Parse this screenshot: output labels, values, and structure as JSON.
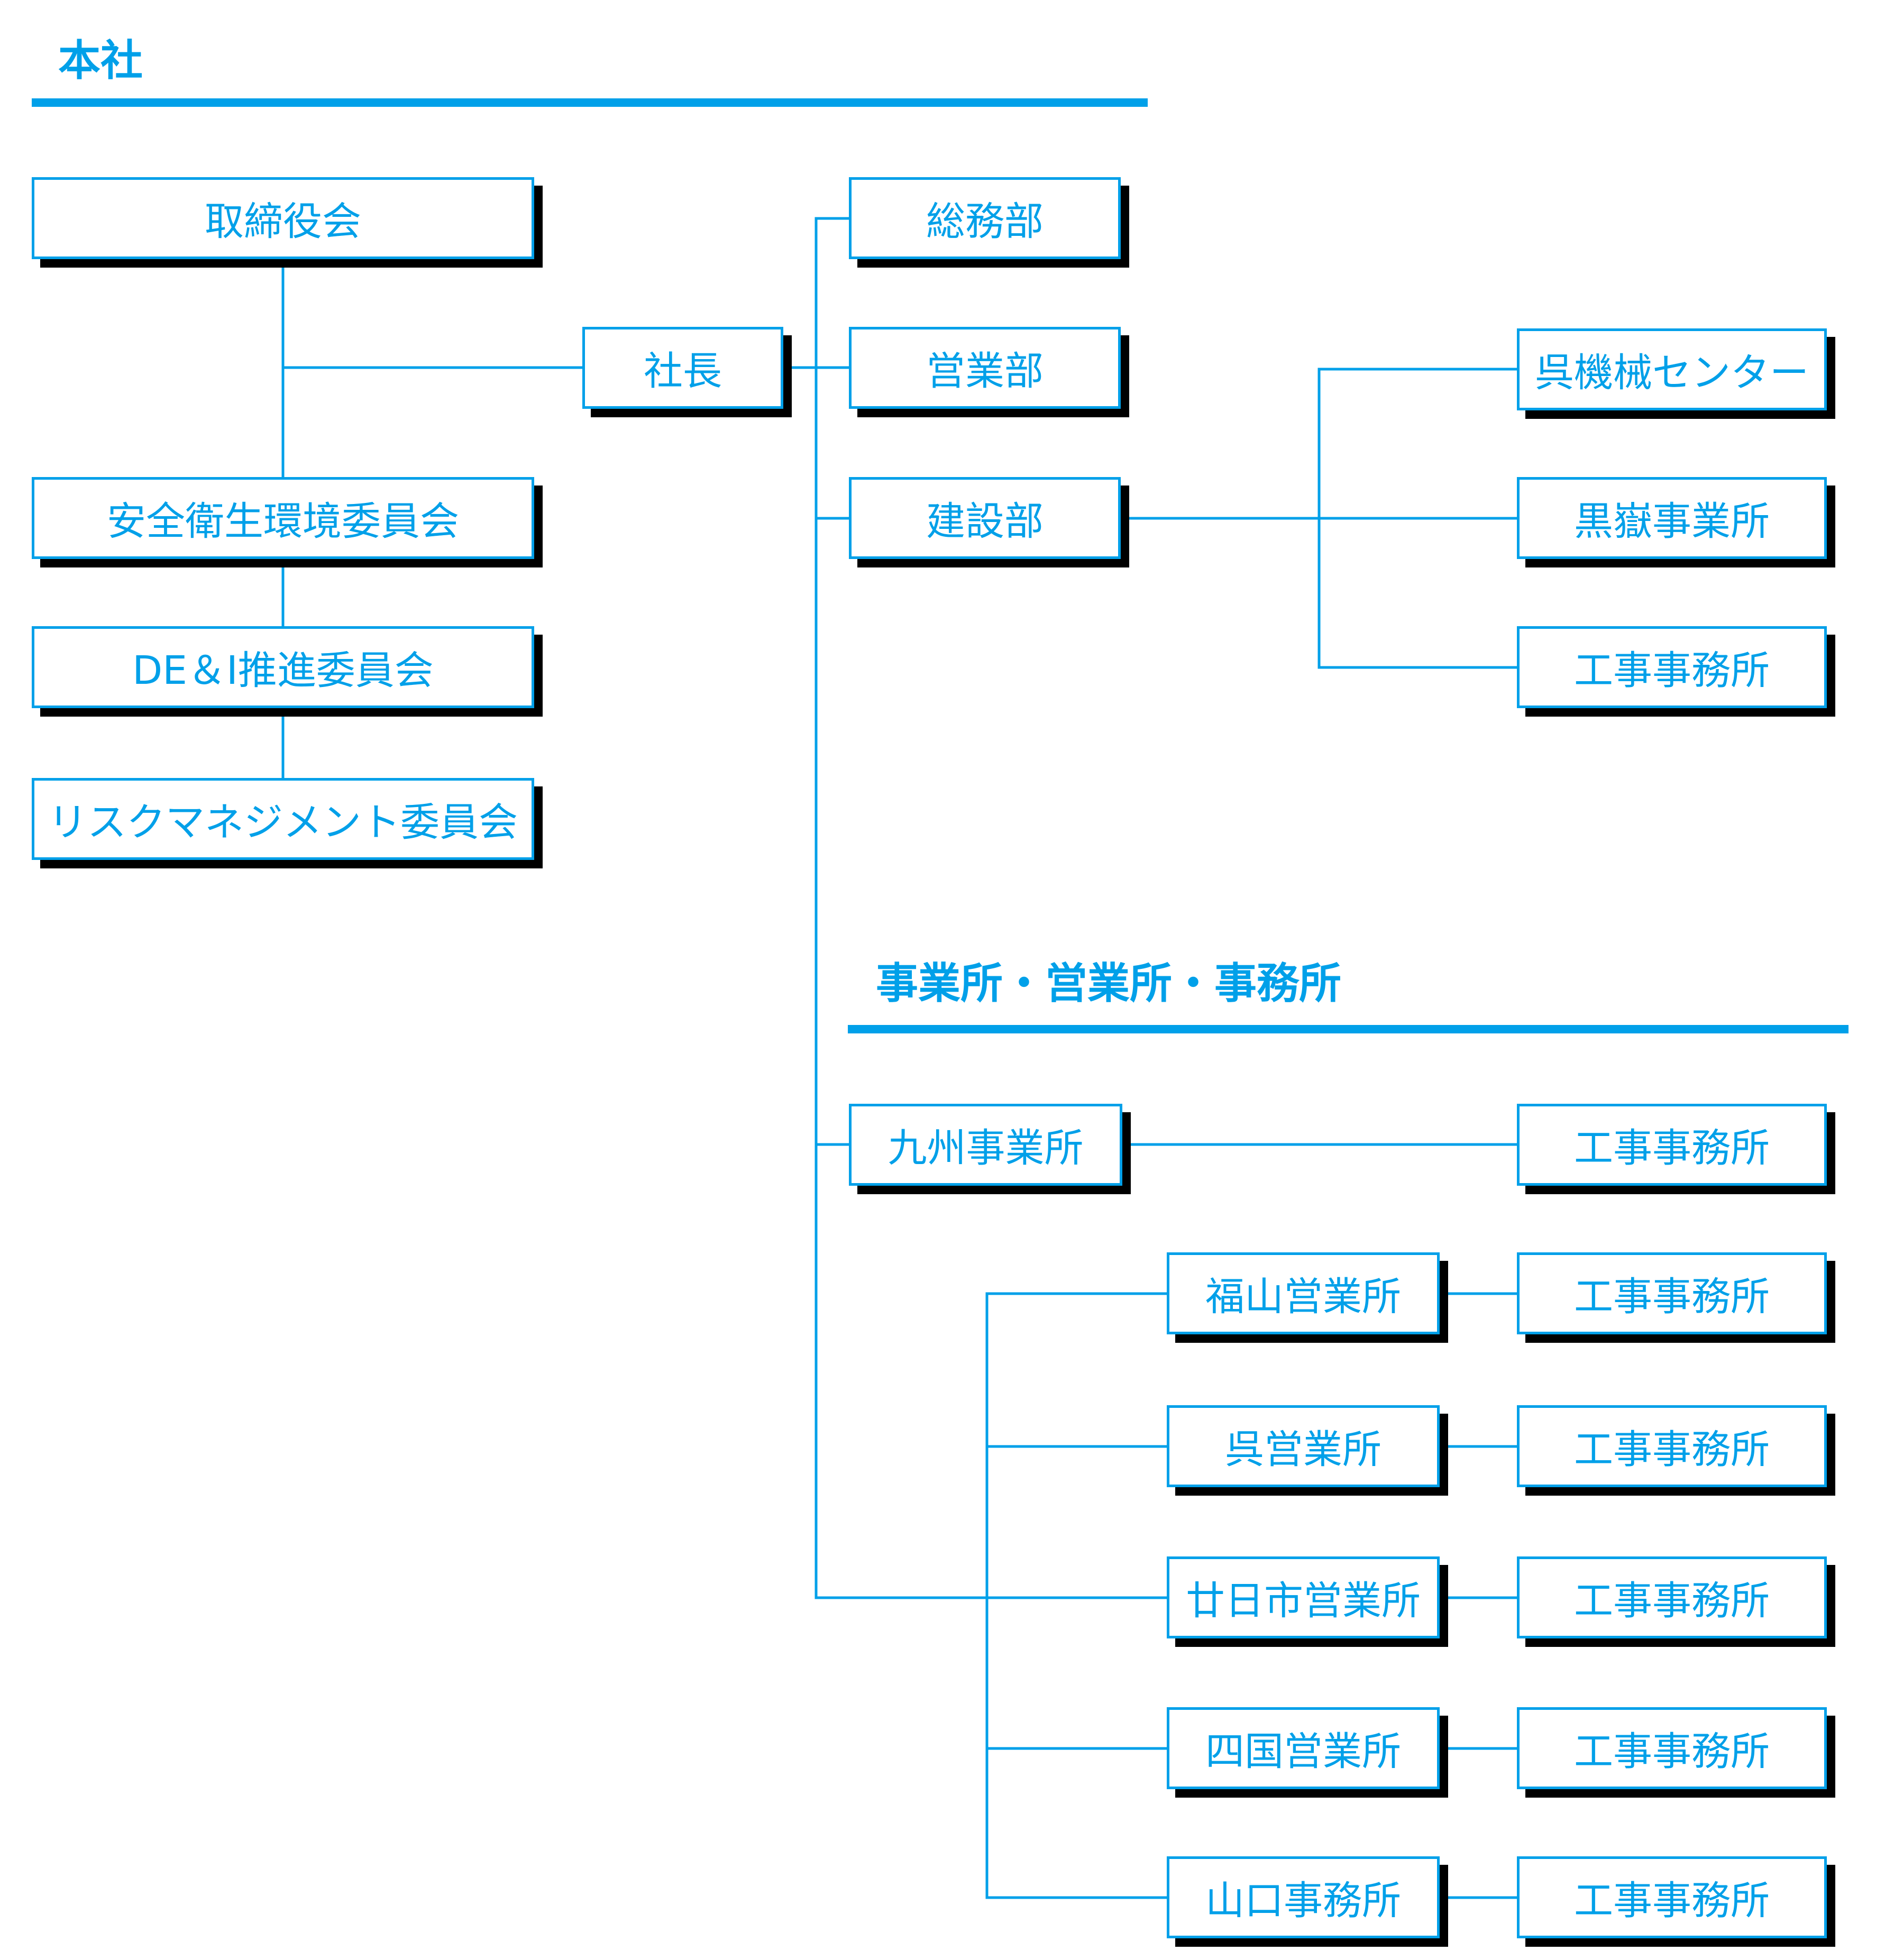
{
  "sections": {
    "head_office": "本社",
    "offices": "事業所・営業所・事務所"
  },
  "nodes": {
    "board": "取締役会",
    "safety_committee": "安全衛生環境委員会",
    "dei_committee": "DE＆I推進委員会",
    "risk_committee": "リスクマネジメント委員会",
    "president": "社長",
    "general_affairs": "総務部",
    "sales": "営業部",
    "construction": "建設部",
    "kure_machinery_center": "呉機械センター",
    "kurotake_office": "黒嶽事業所",
    "construction_site_office": "工事事務所",
    "kyushu_office": "九州事業所",
    "kyushu_site_office": "工事事務所",
    "fukuyama_sales": "福山営業所",
    "fukuyama_site_office": "工事事務所",
    "kure_sales": "呉営業所",
    "kure_site_office": "工事事務所",
    "hatsukaichi_sales": "廿日市営業所",
    "hatsukaichi_site_office": "工事事務所",
    "shikoku_sales": "四国営業所",
    "shikoku_site_office": "工事事務所",
    "yamaguchi_office": "山口事務所",
    "yamaguchi_site_office": "工事事務所"
  },
  "colors": {
    "accent": "#00a0e9",
    "shadow": "#000000",
    "background": "#ffffff"
  }
}
